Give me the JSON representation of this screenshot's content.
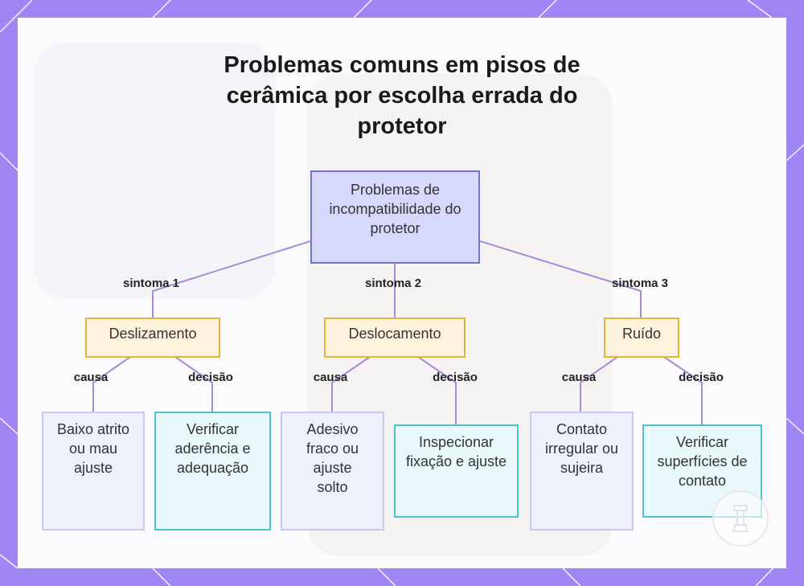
{
  "diagram": {
    "title": "Problemas comuns em pisos de cerâmica por escolha errada do protetor",
    "root": {
      "label": "Problemas de incompatibilidade do protetor"
    },
    "branches": [
      {
        "edge_label": "sintoma 1",
        "label": "Deslizamento",
        "cause_edge_label": "causa",
        "cause": "Baixo atrito ou mau ajuste",
        "decision_edge_label": "decisão",
        "decision": "Verificar aderência e adequação"
      },
      {
        "edge_label": "sintoma 2",
        "label": "Deslocamento",
        "cause_edge_label": "causa",
        "cause": "Adesivo fraco ou ajuste solto",
        "decision_edge_label": "decisão",
        "decision": "Inspecionar fixação e ajuste"
      },
      {
        "edge_label": "sintoma 3",
        "label": "Ruído",
        "cause_edge_label": "causa",
        "cause": "Contato irregular ou sujeira",
        "decision_edge_label": "decisão",
        "decision": "Verificar superfícies de contato"
      }
    ]
  },
  "colors": {
    "frame": "#9f86f4",
    "root_fill": "#d6d9fb",
    "root_border": "#7474c8",
    "symptom_fill": "#fdf2dc",
    "symptom_border": "#e2b33f",
    "cause_fill": "#eef0fc",
    "cause_border": "#c8c8ec",
    "decision_fill": "#e9f8fb",
    "decision_border": "#4ec4c8",
    "edge": "#a88ad8"
  },
  "icons": {
    "logo": "seal-logo-icon"
  }
}
